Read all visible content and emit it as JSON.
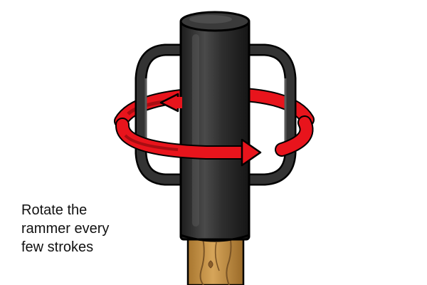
{
  "caption": {
    "line1": "Rotate the",
    "line2": "rammer every",
    "line3": "few strokes"
  },
  "colors": {
    "rammer_body": "#2b2b2b",
    "rammer_highlight": "#5a5a5a",
    "rotation_arrow": "#e8141c",
    "rotation_arrow_dark": "#a80d12",
    "wooden_post": "#c4934a",
    "wooden_post_grain": "#7a5426",
    "outline": "#000000"
  },
  "icons": {
    "rotation": "circular-rotation-arrow-icon"
  }
}
